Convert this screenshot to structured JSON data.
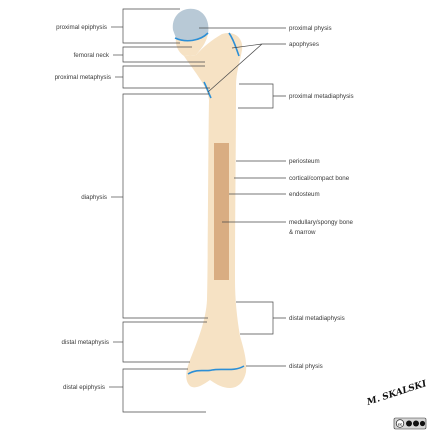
{
  "labels_left": {
    "proximal_epiphysis": "proximal epiphysis",
    "femoral_neck": "femoral neck",
    "proximal_metaphysis": "proximal metaphysis",
    "diaphysis": "diaphysis",
    "distal_metaphysis": "distal metaphysis",
    "distal_epiphysis": "distal epiphysis"
  },
  "labels_right": {
    "proximal_physis": "proximal physis",
    "apophyses": "apophyses",
    "proximal_metadiaphysis": "proximal metadiaphysis",
    "periosteum": "periosteum",
    "cortical_bone": "cortical/compact bone",
    "endosteum": "endosteum",
    "medullary_line1": "medullary/spongy bone",
    "medullary_line2": "& marrow",
    "distal_metadiaphysis": "distal metadiaphysis",
    "distal_physis": "distal physis"
  },
  "signature": "M. SKALSKI",
  "license_badge": "cc",
  "colors": {
    "bone": "#f6e2c4",
    "marrow": "#d9ad82",
    "cartilage": "#b8c9d6",
    "physis": "#2c8fd6",
    "bracket": "#4a4a4a"
  }
}
